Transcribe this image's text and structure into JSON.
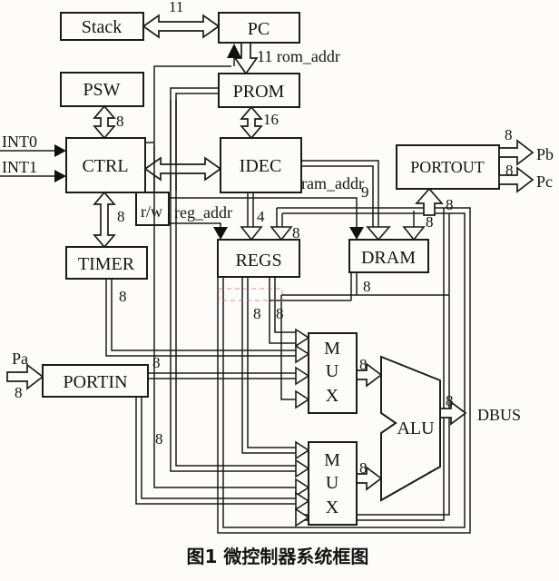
{
  "caption": "图1  微控制器系统框图",
  "blocks": {
    "stack": "Stack",
    "pc": "PC",
    "psw": "PSW",
    "prom": "PROM",
    "ctrl": "CTRL",
    "idec": "IDEC",
    "portout": "PORTOUT",
    "timer": "TIMER",
    "regs": "REGS",
    "dram": "DRAM",
    "portin": "PORTIN",
    "rw": "r/w",
    "alu": "ALU",
    "mux1": [
      "M",
      "U",
      "X"
    ],
    "mux2": [
      "M",
      "U",
      "X"
    ]
  },
  "signals": {
    "int0": "INT0",
    "int1": "INT1",
    "pa": "Pa",
    "pb": "Pb",
    "pc_port": "Pc",
    "dbus": "DBUS",
    "rom_addr": "11 rom_addr",
    "reg_addr": "reg_addr",
    "ram_addr": "ram_addr"
  },
  "widths": {
    "stack_pc": "11",
    "prom_idec": "16",
    "psw_ctrl": "8",
    "ctrl_timer": "8",
    "ctrl_down": "8",
    "timer_out": "8",
    "portin_out": "8",
    "pa_in": "8",
    "idec_regs": "4",
    "ram_addr_bits": "9",
    "regs_write": "8",
    "dram_write": "8",
    "portout_in": "8",
    "pb_out": "8",
    "pc_out": "8",
    "regs_out_a": "8",
    "regs_out_b": "8",
    "dram_out": "8",
    "mux1_out": "8",
    "mux2_out": "8",
    "alu_out": "8"
  },
  "colors": {
    "ink": "#1b1b1b",
    "paper": "#fdfcfa",
    "artifact_red": "#d4675c"
  }
}
